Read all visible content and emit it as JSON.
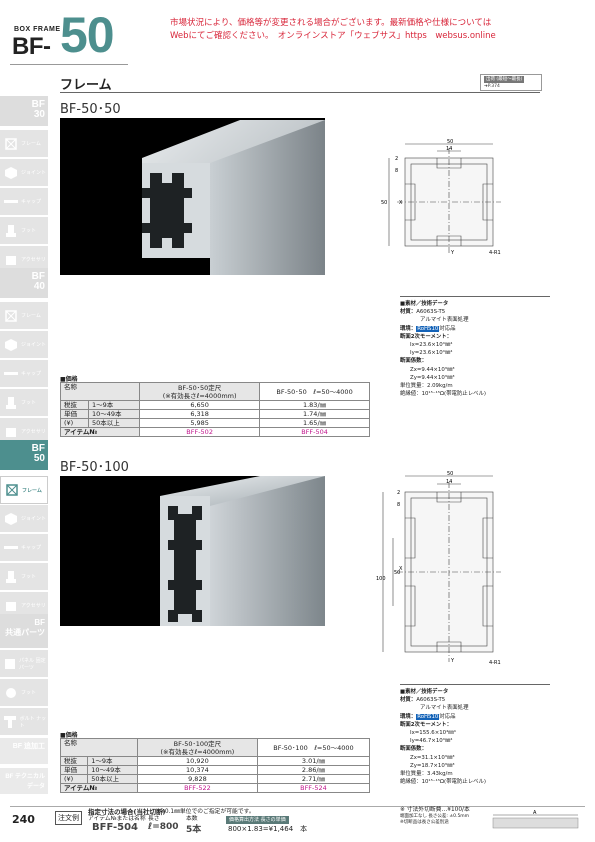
{
  "header": {
    "series_label": "BOX FRAME",
    "prefix": "BF-",
    "number": "50",
    "notice_line1": "市場状況により、価格等が変更される場合がございます。最新価格や仕様については",
    "notice_line2": "Webにてご確認ください。　オンラインストア「ウェブサス」https　websus.online"
  },
  "section": {
    "title": "フレーム",
    "ref_line1": "出荷 (最短〜最長)",
    "ref_line2": "➔P.374"
  },
  "sidebar": {
    "groups": [
      {
        "series": "BF 30",
        "items": [
          "フレーム",
          "ジョイント",
          "キャップ",
          "フット",
          "アクセサリ"
        ]
      },
      {
        "series": "BF 40",
        "items": [
          "フレーム",
          "ジョイント",
          "キャップ",
          "フット",
          "アクセサリ"
        ]
      },
      {
        "series": "BF 50",
        "items": [
          "フレーム",
          "ジョイント",
          "キャップ",
          "フット",
          "アクセサリ"
        ]
      },
      {
        "series": "BF 共通パーツ",
        "items": [
          "パネル 固定パーツ",
          "フット",
          "ボルト ナット"
        ]
      },
      {
        "series": "BF 追加工",
        "items": []
      },
      {
        "series": "BF テクニカルデータ",
        "items": []
      }
    ],
    "active_series": "BF 50",
    "active_item": "フレーム"
  },
  "products": [
    {
      "title": "BF-50･50",
      "drawing": {
        "top_width": "50",
        "slot": "14",
        "dim_a": "2",
        "dim_b": "8",
        "height": "50",
        "radius": "4-R1",
        "axis_x": "X",
        "axis_y": "Y"
      },
      "spec": {
        "heading": "■素材／技術データ",
        "material_label": "材質：",
        "material": "A6063S-T5",
        "finish": "アルマイト表面処理",
        "env_label": "環境：",
        "rohs": "RoHS10",
        "rohs_suffix": "対応品",
        "moment_label": "断面2次モーメント：",
        "ix": "Ix=23.6×10⁴㎜⁴",
        "iy": "Iy=23.6×10⁴㎜⁴",
        "modulus_label": "断面係数：",
        "zx": "Zx=9.44×10³㎜³",
        "zy": "Zy=9.44×10³㎜³",
        "weight": "単位質量：2.09kg/m",
        "resistance": "絶縁値：10¹⁵⁻¹⁵Ω(帯電防止レベル)"
      },
      "price": {
        "label": "■価格",
        "col_name": "名称",
        "col1_line1": "BF-50･50定尺",
        "col1_line2": "(※有効長さℓ=4000mm)",
        "col2": "BF-50･50　ℓ=50〜4000",
        "rows": [
          {
            "group": "税抜",
            "range": "1〜9本",
            "v1": "6,650",
            "v2": "1.83/㎜"
          },
          {
            "group": "単価",
            "range": "10〜49本",
            "v1": "6,318",
            "v2": "1.74/㎜"
          },
          {
            "group": "(¥)",
            "range": "50本以上",
            "v1": "5,985",
            "v2": "1.65/㎜"
          }
        ],
        "item_label": "アイテム№",
        "item1": "BFF-502",
        "item2": "BFF-504"
      }
    },
    {
      "title": "BF-50･100",
      "drawing": {
        "top_width": "50",
        "slot": "14",
        "dim_a": "2",
        "dim_b": "8",
        "height": "100",
        "inner": "50",
        "radius": "4-R1",
        "axis_x": "X",
        "axis_y": "Y"
      },
      "spec": {
        "heading": "■素材／技術データ",
        "material_label": "材質：",
        "material": "A6063S-T5",
        "finish": "アルマイト表面処理",
        "env_label": "環境：",
        "rohs": "RoHS10",
        "rohs_suffix": "対応品",
        "moment_label": "断面2次モーメント：",
        "ix": "Ix=155.6×10⁴㎜⁴",
        "iy": "Iy=46.7×10⁴㎜⁴",
        "modulus_label": "断面係数：",
        "zx": "Zx=31.1×10³㎜³",
        "zy": "Zy=18.7×10³㎜³",
        "weight": "単位質量：3.43kg/m",
        "resistance": "絶縁値：10¹⁵⁻¹⁵Ω(帯電防止レベル)"
      },
      "price": {
        "label": "■価格",
        "col_name": "名称",
        "col1_line1": "BF-50･100定尺",
        "col1_line2": "(※有効長さℓ=4000mm)",
        "col2": "BF-50･100　ℓ=50〜4000",
        "rows": [
          {
            "group": "税抜",
            "range": "1〜9本",
            "v1": "10,920",
            "v2": "3.01/㎜"
          },
          {
            "group": "単価",
            "range": "10〜49本",
            "v1": "10,374",
            "v2": "2.86/㎜"
          },
          {
            "group": "(¥)",
            "range": "50本以上",
            "v1": "9,828",
            "v2": "2.71/㎜"
          }
        ],
        "item_label": "アイテム№",
        "item1": "BFF-522",
        "item2": "BFF-524"
      }
    }
  ],
  "footer": {
    "page": "240",
    "example_label": "注文例",
    "spec_heading": "指定寸法の場合(当社切断)",
    "spec_sub": "アイテム№または名称",
    "sample_item": "BFF-504",
    "sample_len": "ℓ=800",
    "sample_qty": "5本",
    "note_min": "※0.1㎜単位でのご指定が可能です。",
    "col_len": "長さ",
    "col_qty": "本数",
    "calc_label": "価格算出方法 長さの単価",
    "calc": "800×1.83=¥1,464　本",
    "cut_note": "※ 寸法外切断費…¥100/本",
    "cut_sub1": "端面加工なし 長さ公差: ±0.5mm",
    "cut_sub2": "※切断品は長さ公差別途",
    "length_tag": "A"
  }
}
